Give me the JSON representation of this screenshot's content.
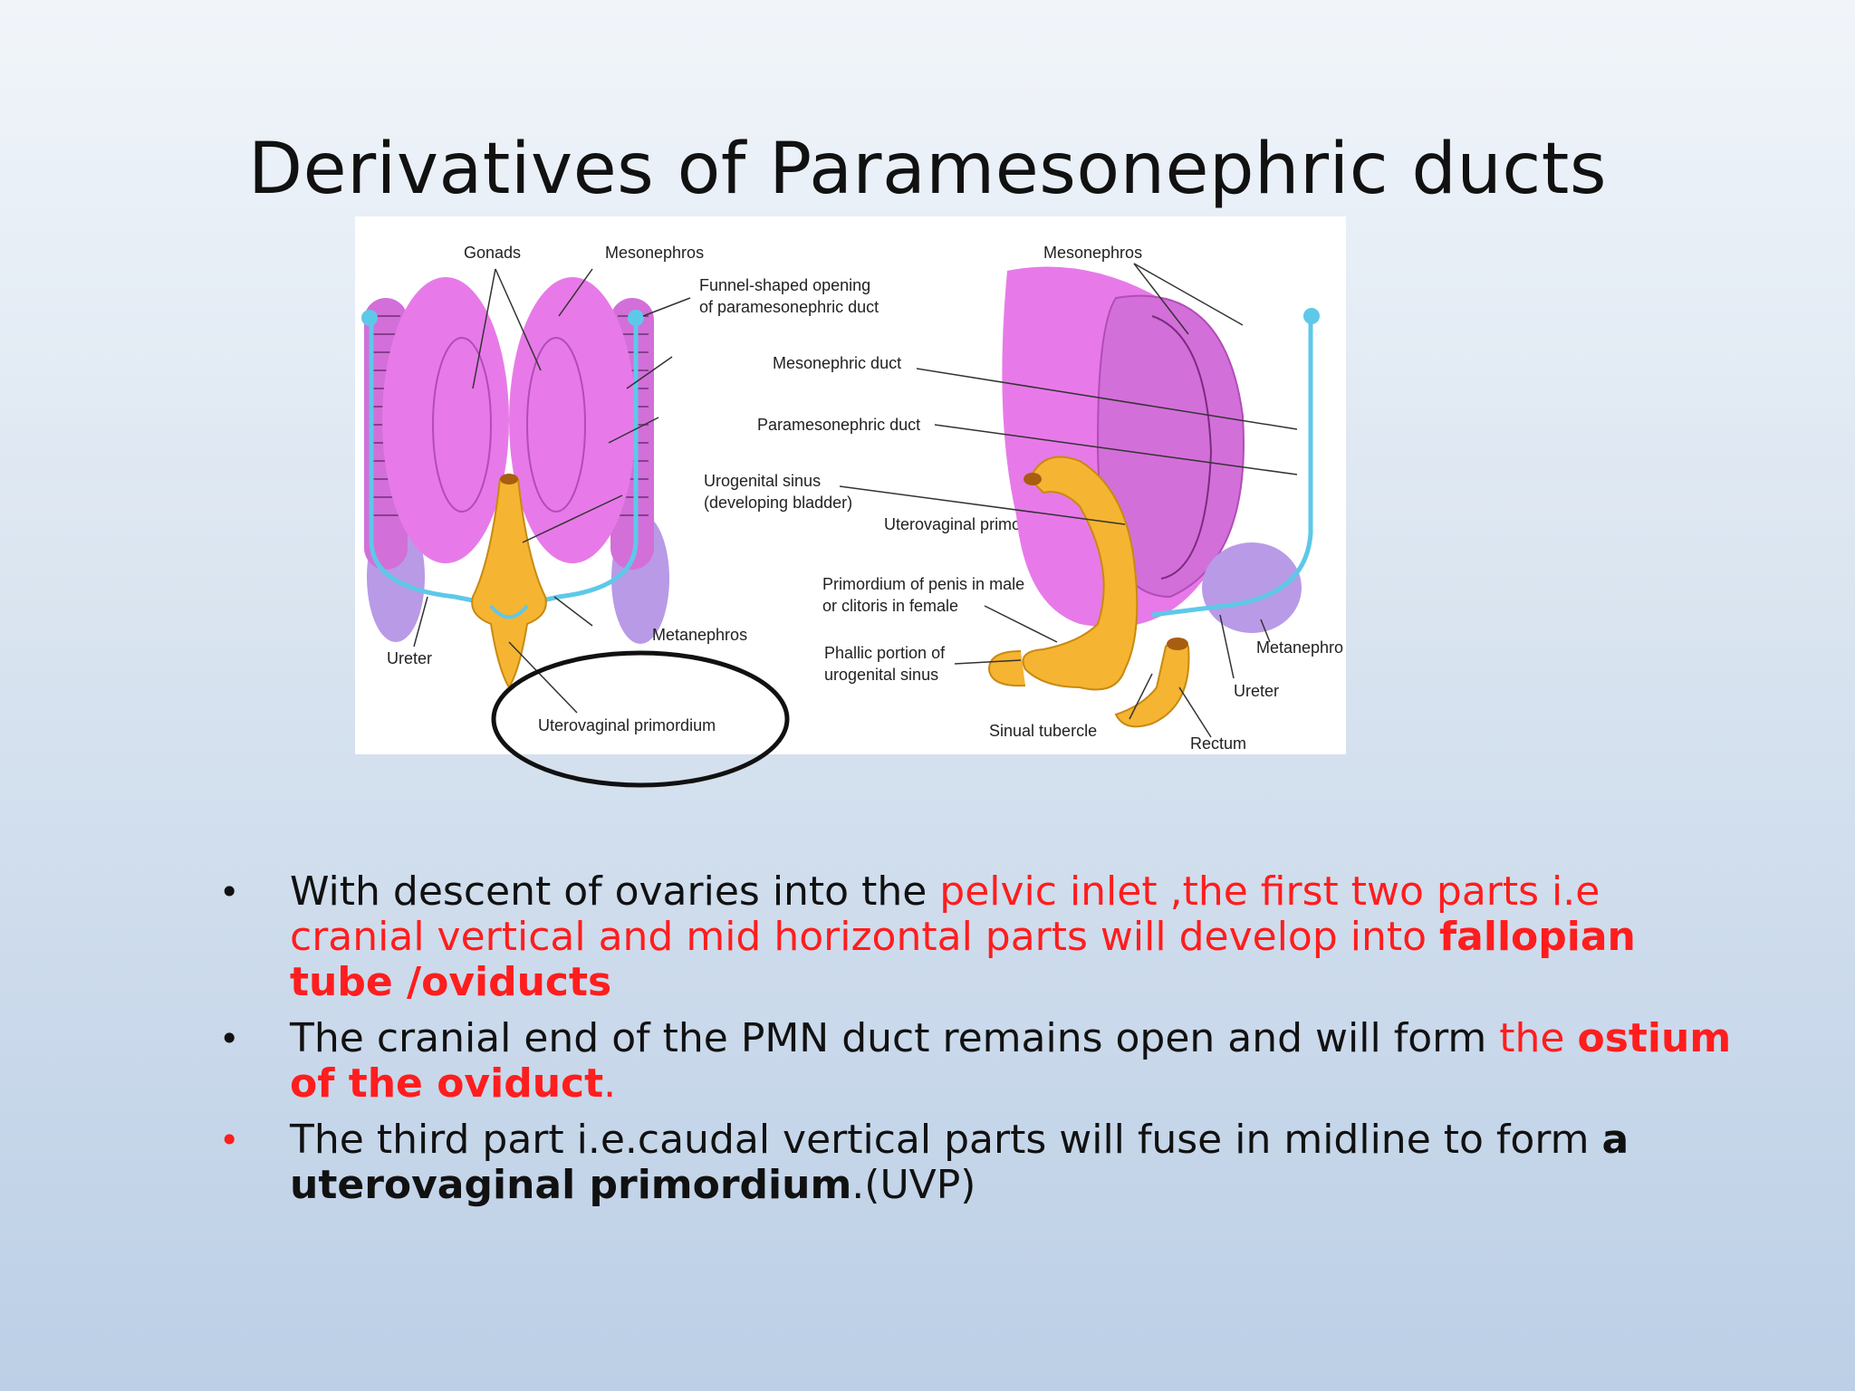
{
  "title": "Derivatives of Paramesonephric ducts",
  "figure": {
    "labels": {
      "gonads": "Gonads",
      "mesonephros_left": "Mesonephros",
      "funnel_1": "Funnel-shaped opening",
      "funnel_2": "of paramesonephric duct",
      "mesonephric_duct": "Mesonephric duct",
      "paramesonephric_duct": "Paramesonephric duct",
      "urogenital_sinus_1": "Urogenital sinus",
      "urogenital_sinus_2": "(developing bladder)",
      "uterovaginal_primordium_right": "Uterovaginal primordium",
      "metanephros_left": "Metanephros",
      "ureter_left": "Ureter",
      "uterovaginal_primordium_left": "Uterovaginal primordium",
      "mesonephros_right": "Mesonephros",
      "primordium_penis_1": "Primordium of penis in male",
      "primordium_penis_2": "or clitoris in female",
      "phallic_1": "Phallic portion of",
      "phallic_2": "urogenital sinus",
      "metanephros_right": "Metanephro",
      "ureter_right": "Ureter",
      "sinual_tubercle": "Sinual tubercle",
      "rectum": "Rectum"
    },
    "colors": {
      "gonad_magenta": "#e77ae8",
      "duct_cyan": "#5ec8e8",
      "sinus_orange": "#f5b431",
      "metanephros_lavender": "#b99ae6",
      "oval_stroke": "#111111"
    }
  },
  "bullets": [
    {
      "seg1": "With descent of ovaries into the ",
      "seg2": "pelvic inlet ,the first two parts i.e cranial vertical and mid horizontal parts will develop into ",
      "seg3": "fallopian tube /oviducts"
    },
    {
      "seg1": "The cranial end of the PMN duct  remains open and will form ",
      "seg2": "the ",
      "seg3": "ostium of the oviduct",
      "seg4": "."
    },
    {
      "seg1": "The third part i.e.caudal vertical parts will fuse in midline to form ",
      "seg2": "a uterovaginal primordium",
      "seg3": ".(UVP)"
    }
  ]
}
